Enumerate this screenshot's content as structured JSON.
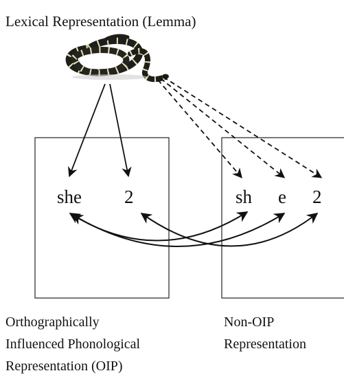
{
  "title": "Lexical Representation (Lemma)",
  "icon": "snake-image",
  "oip_box": {
    "tokens": [
      "she",
      "2"
    ],
    "caption_lines": [
      "Orthographically",
      "Influenced Phonological",
      "Representation (OIP)"
    ]
  },
  "non_oip_box": {
    "tokens": [
      "sh",
      "e",
      "2"
    ],
    "caption_lines": [
      "Non-OIP",
      "Representation"
    ]
  },
  "colors": {
    "ink": "#111111",
    "box_stroke": "#333333",
    "snake_body": "#1e1e1a",
    "snake_band": "#e9e2b6"
  }
}
